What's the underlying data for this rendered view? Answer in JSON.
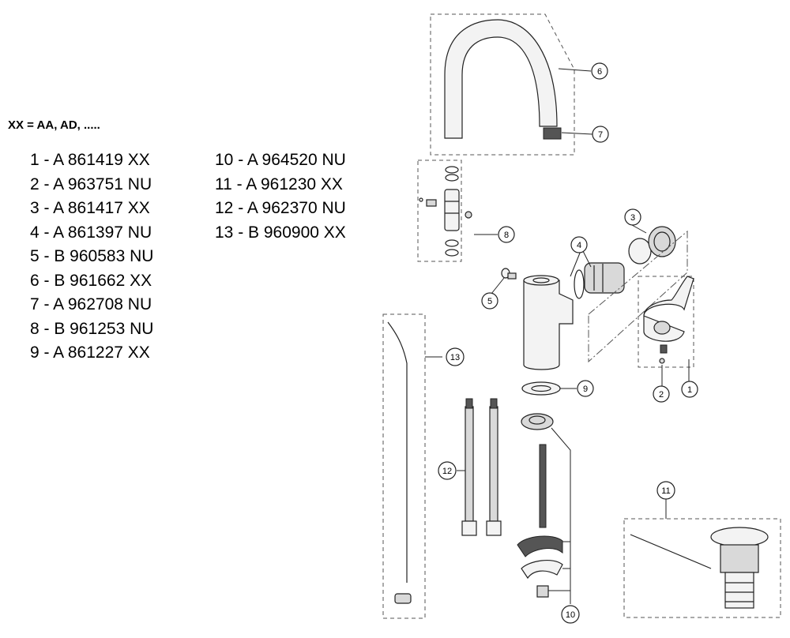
{
  "legend": {
    "header": "XX = AA, AD, .....",
    "column_a": [
      "1 - A 861419 XX",
      "2 - A 963751 NU",
      "3 - A 861417 XX",
      "4 - A 861397 NU",
      "5 - B 960583 NU",
      "6 - B 961662 XX",
      "7 - A 962708 NU",
      "8 - B 961253 NU",
      "9 - A 861227 XX"
    ],
    "column_b": [
      "10 - A 964520 NU",
      "11 - A 961230 XX",
      "12 - A 962370 NU",
      "13 - B 960900 XX"
    ]
  },
  "callouts": {
    "c1": "1",
    "c2": "2",
    "c3": "3",
    "c4": "4",
    "c5": "5",
    "c6": "6",
    "c7": "7",
    "c8": "8",
    "c9": "9",
    "c10": "10",
    "c11": "11",
    "c12": "12",
    "c13": "13"
  }
}
